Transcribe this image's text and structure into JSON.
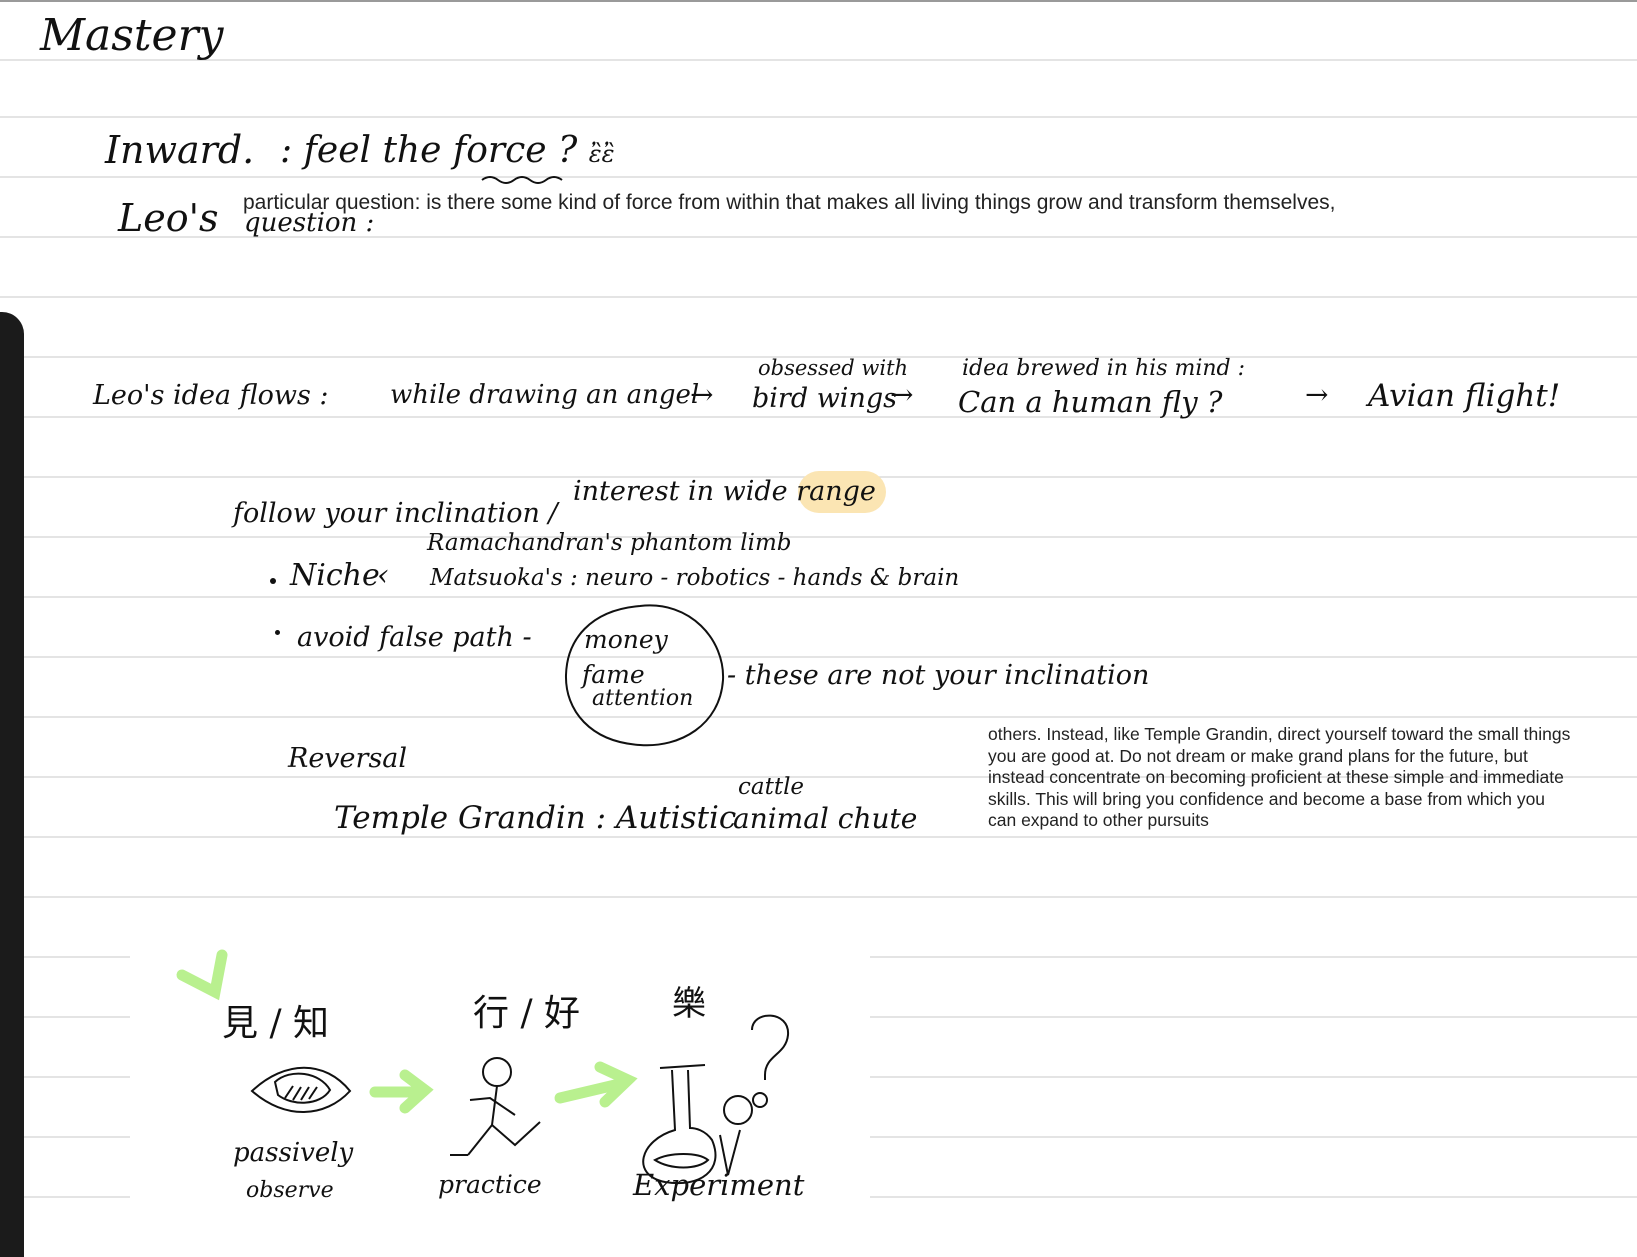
{
  "page": {
    "title": "Mastery"
  },
  "inward": {
    "label": "Inward.",
    "text": ": feel the force ? ",
    "glyphs": "ἒἒ"
  },
  "question": {
    "leo_label": "Leo's",
    "question_label": "question :",
    "pasted_text": "particular question: is there some kind of force from within that makes all living things grow and transform themselves,"
  },
  "idea_flow": {
    "label": "Leo's idea flows :",
    "step1": "while drawing an angel",
    "arrow": "→",
    "step2_note": "obsessed with",
    "step2": "bird wings",
    "step3_note": "idea brewed in his mind :",
    "step3": "Can a human fly ?",
    "step4": "Avian flight!"
  },
  "inclination": {
    "follow": "follow your inclination /",
    "interest": "interest in wide",
    "interest_highlight": "range",
    "niche_label": "Niche",
    "niche_item1": "Ramachandran's phantom limb",
    "niche_item2": "Matsuoka's : neuro - robotics - hands & brain",
    "avoid_label": "avoid false path -",
    "circle_items": [
      "money",
      "fame",
      "attention"
    ],
    "circle_note": "- these are not your inclination"
  },
  "reversal": {
    "label": "Reversal",
    "grandin": "Temple Grandin : Autistic",
    "cattle_note": "cattle",
    "chute": "animal chute",
    "pasted_text": "others. Instead, like Temple Grandin, direct yourself toward the small things you are good at. Do not dream or make grand plans for the future, but instead concentrate on becoming proficient at these simple and immediate skills. This will bring you confidence and become a base from which you can expand to other pursuits"
  },
  "stages": [
    {
      "kanji": "見 / 知",
      "caption_line1": "passively",
      "caption_line2": "observe",
      "icon": "eye-icon"
    },
    {
      "kanji": "行 / 好",
      "caption_line1": "practice",
      "caption_line2": "",
      "icon": "running-figure-icon"
    },
    {
      "kanji": "樂",
      "caption_line1": "Experiment",
      "caption_line2": "",
      "icon": "flask-icon"
    }
  ],
  "colors": {
    "ink": "#111111",
    "highlighter_yellow": "#fbe5b3",
    "highlighter_green": "#b9f08f",
    "rule_line": "#cfcfcf",
    "sidebar": "#1b1b1b"
  }
}
